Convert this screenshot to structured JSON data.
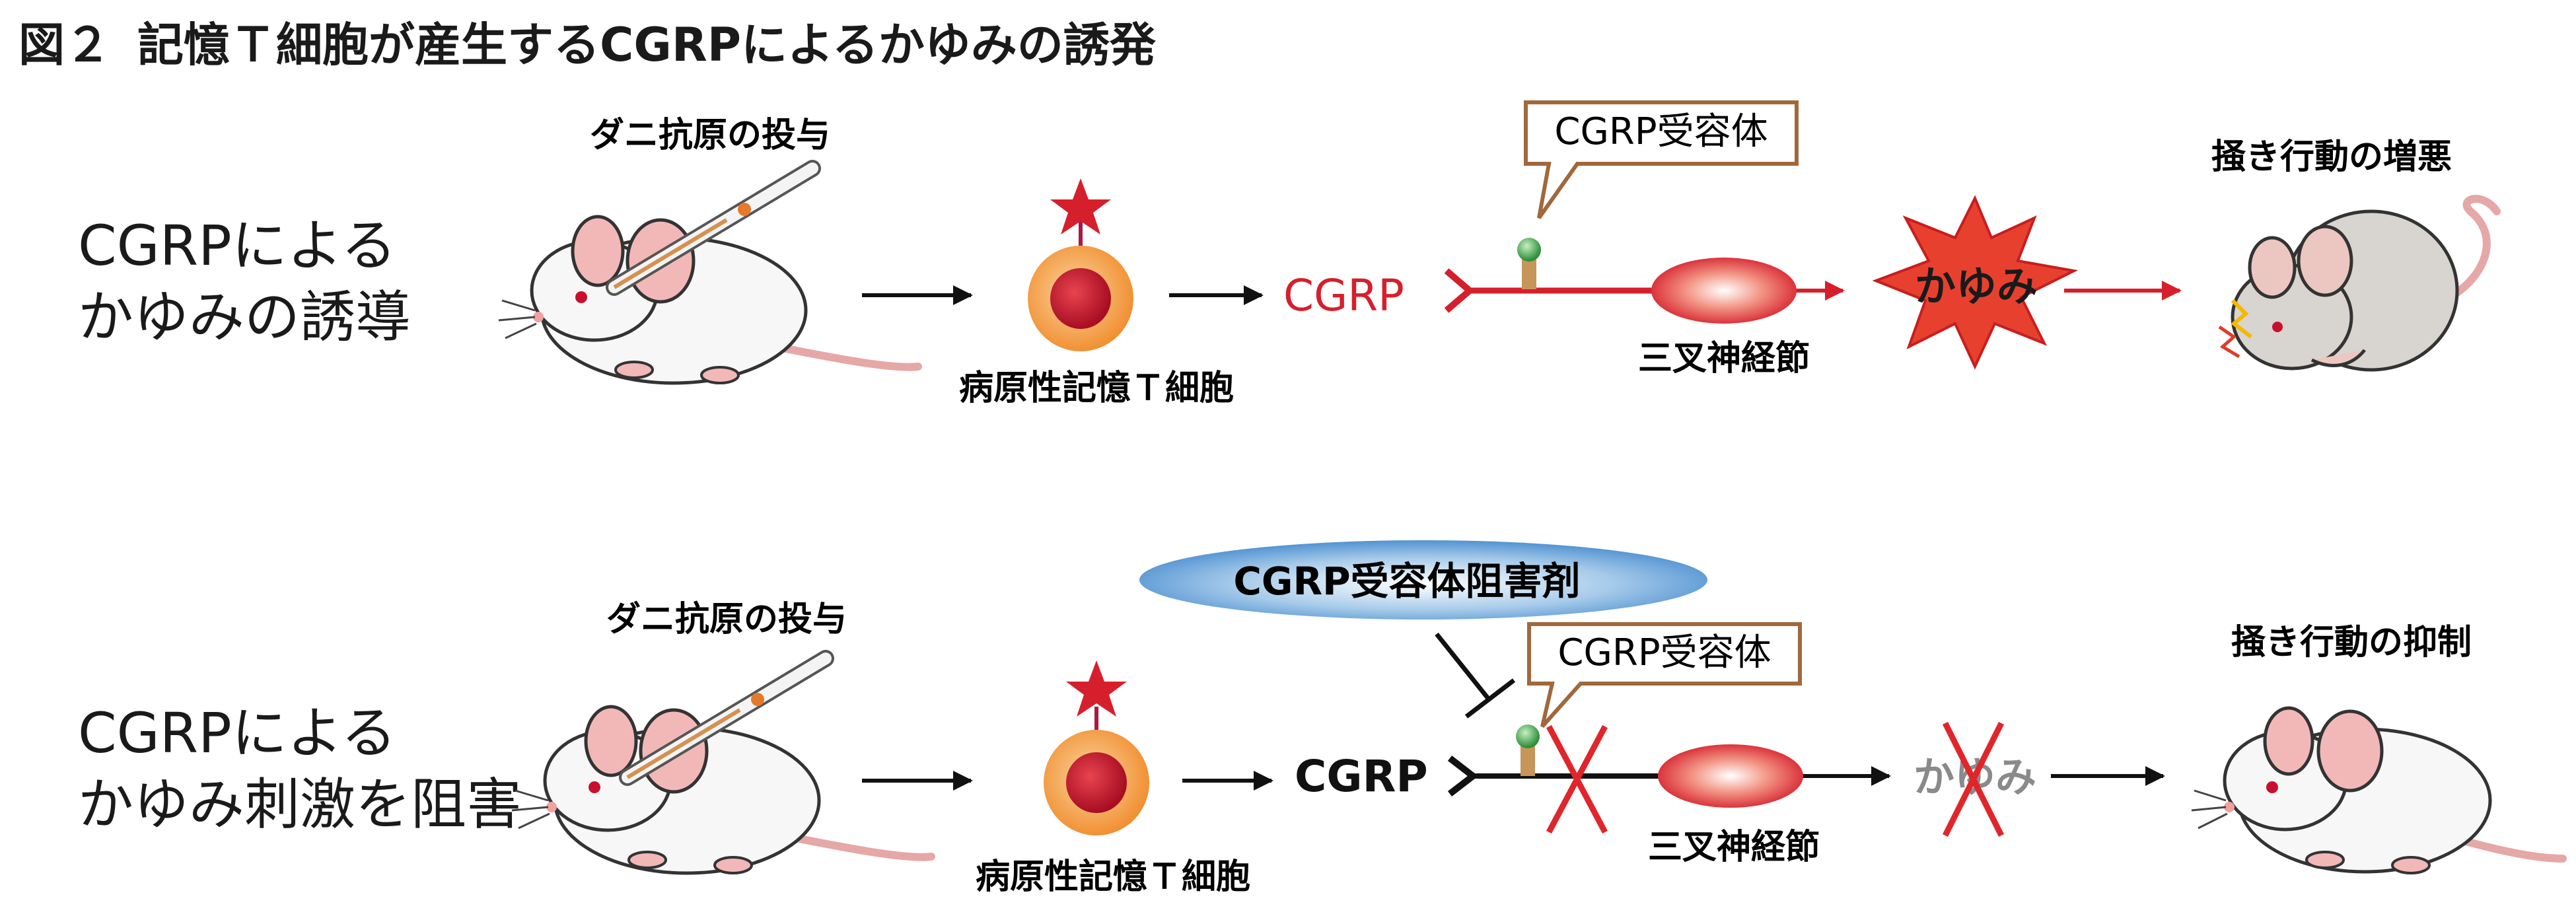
{
  "figure": {
    "number": "図２",
    "title": "記憶Ｔ細胞が産生するCGRPによるかゆみの誘発"
  },
  "rows": [
    {
      "id": "induction",
      "label_line1": "CGRPによる",
      "label_line2": "かゆみの誘導",
      "antigen_label": "ダニ抗原の投与",
      "cell_label": "病原性記憶Ｔ細胞",
      "cgrp_label": "CGRP",
      "receptor_callout": "CGRP受容体",
      "ganglion_label": "三叉神経節",
      "itch_label": "かゆみ",
      "outcome_label": "掻き行動の増悪",
      "colors": {
        "accent": "#d61f2c",
        "arrow": "#d61f2c",
        "cgrp_text": "#d61f2c",
        "nerve": "#d61f2c"
      }
    },
    {
      "id": "inhibition",
      "label_line1": "CGRPによる",
      "label_line2": "かゆみ刺激を阻害",
      "antigen_label": "ダニ抗原の投与",
      "cell_label": "病原性記憶Ｔ細胞",
      "cgrp_label": "CGRP",
      "receptor_callout": "CGRP受容体",
      "blocker_label": "CGRP受容体阻害剤",
      "ganglion_label": "三叉神経節",
      "itch_label": "かゆみ",
      "outcome_label": "掻き行動の抑制",
      "colors": {
        "accent": "#d61f2c",
        "arrow": "#111111",
        "cgrp_text": "#111111",
        "nerve": "#111111",
        "itch_text": "#8a8a8a",
        "blocker": "#4a8fd0"
      }
    }
  ],
  "colors": {
    "callout_border": "#a0683c",
    "cell_outer": "#f39a37",
    "cell_inner": "#c8102e",
    "receptor_green": "#3aa64a",
    "receptor_stem": "#c6955a",
    "cross": "#e0252b",
    "mouse_body": "#f7f7f7",
    "mouse_pink": "#f2b8b8",
    "mouse_grey": "#d8d4cf"
  }
}
